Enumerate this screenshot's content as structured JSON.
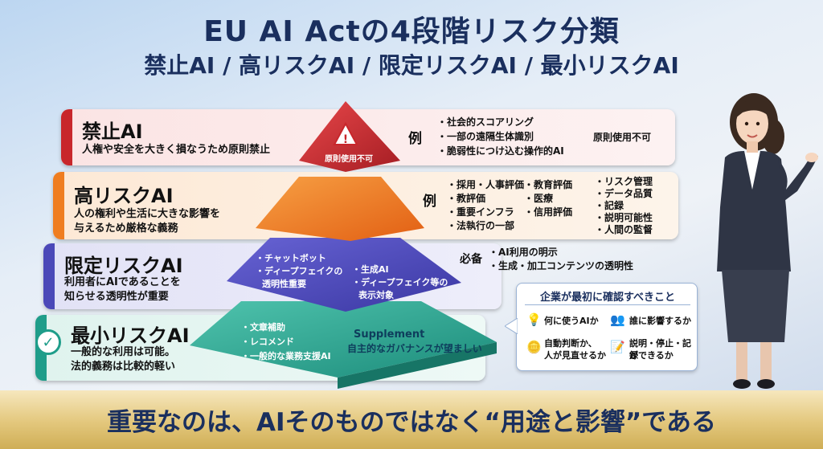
{
  "title": "EU AI Actの4段階リスク分類",
  "subtitle": "禁止AI / 高リスクAI / 限定リスクAI / 最小リスクAI",
  "tiers": {
    "prohibited": {
      "heading": "禁止AI",
      "desc": "人権や安全を大きく損なうため原則禁止",
      "pyramid_label": "原則使用不可",
      "example_marker": "例",
      "examples": [
        "・社会的スコアリング",
        "・一部の遠隔生体識別",
        "・脆弱性につけ込む操作的AI"
      ],
      "note": "原則使用不可",
      "color": "#c8262b"
    },
    "high": {
      "heading": "高リスクAI",
      "desc_lines": [
        "人の権利や生活に大きな影響を",
        "与えるため厳格な義務"
      ],
      "example_marker": "例",
      "examples_col1": [
        "・採用・人事評価",
        "・教評価",
        "・重要インフラ",
        "・法執行の一部"
      ],
      "examples_col2": [
        "・教育評価",
        "・医療",
        "・信用評価"
      ],
      "obligations": [
        "・リスク管理",
        "・データ品質",
        "・記録",
        "・説明可能性",
        "・人間の監督"
      ],
      "color": "#ef7d20"
    },
    "limited": {
      "heading": "限定リスクAI",
      "desc_lines": [
        "利用者にAIであることを",
        "知らせる透明性が重要"
      ],
      "pyramid_left": [
        "・チャットボット",
        "・ディープフェイクの",
        "透明性重要"
      ],
      "pyramid_right": [
        "・生成AI",
        "・ディープフェイク等の",
        "表示対象"
      ],
      "required_marker": "必备",
      "required": [
        "・AI利用の明示",
        "・生成・加工コンテンツの透明性"
      ],
      "color": "#4b48b8"
    },
    "minimal": {
      "heading": "最小リスクAI",
      "desc_lines": [
        "一般的な利用は可能。",
        "法的義務は比較的軽い"
      ],
      "pyramid_left": [
        "・文章補助",
        "・レコメンド",
        "・一般的な業務支援AI"
      ],
      "supplement_title": "Supplement",
      "supplement_text": "自主的なガバナンスが望ましい",
      "color": "#1f9d8a"
    }
  },
  "panel": {
    "heading": "企業が最初に確認すべきこと",
    "items": [
      {
        "icon": "lightbulb-icon",
        "text": [
          "何に使うAIか"
        ]
      },
      {
        "icon": "people-icon",
        "text": [
          "誰に影響するか"
        ]
      },
      {
        "icon": "coin-hand-icon",
        "text": [
          "自動判断か、",
          "人が見直せるか"
        ]
      },
      {
        "icon": "checklist-icon",
        "text": [
          "説明・停止・記録",
          "ができるか"
        ]
      }
    ]
  },
  "footer": "重要なのは、AIそのものではなく“用途と影響”である"
}
